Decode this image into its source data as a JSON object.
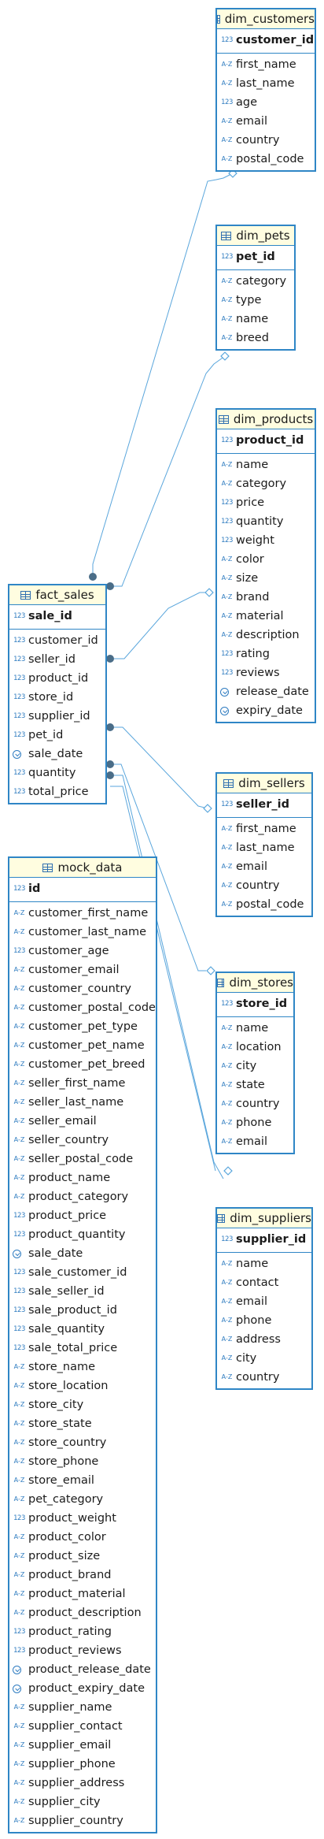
{
  "tables": {
    "dim_customers": {
      "title": "dim_customers",
      "pk": {
        "name": "customer_id",
        "type": "num"
      },
      "cols": [
        {
          "name": "first_name",
          "type": "text"
        },
        {
          "name": "last_name",
          "type": "text"
        },
        {
          "name": "age",
          "type": "num"
        },
        {
          "name": "email",
          "type": "text"
        },
        {
          "name": "country",
          "type": "text"
        },
        {
          "name": "postal_code",
          "type": "text"
        }
      ]
    },
    "dim_pets": {
      "title": "dim_pets",
      "pk": {
        "name": "pet_id",
        "type": "num"
      },
      "cols": [
        {
          "name": "category",
          "type": "text"
        },
        {
          "name": "type",
          "type": "text"
        },
        {
          "name": "name",
          "type": "text"
        },
        {
          "name": "breed",
          "type": "text"
        }
      ]
    },
    "dim_products": {
      "title": "dim_products",
      "pk": {
        "name": "product_id",
        "type": "num"
      },
      "cols": [
        {
          "name": "name",
          "type": "text"
        },
        {
          "name": "category",
          "type": "text"
        },
        {
          "name": "price",
          "type": "num"
        },
        {
          "name": "quantity",
          "type": "num"
        },
        {
          "name": "weight",
          "type": "num"
        },
        {
          "name": "color",
          "type": "text"
        },
        {
          "name": "size",
          "type": "text"
        },
        {
          "name": "brand",
          "type": "text"
        },
        {
          "name": "material",
          "type": "text"
        },
        {
          "name": "description",
          "type": "text"
        },
        {
          "name": "rating",
          "type": "num"
        },
        {
          "name": "reviews",
          "type": "num"
        },
        {
          "name": "release_date",
          "type": "date"
        },
        {
          "name": "expiry_date",
          "type": "date"
        }
      ]
    },
    "fact_sales": {
      "title": "fact_sales",
      "pk": {
        "name": "sale_id",
        "type": "num"
      },
      "cols": [
        {
          "name": "customer_id",
          "type": "num"
        },
        {
          "name": "seller_id",
          "type": "num"
        },
        {
          "name": "product_id",
          "type": "num"
        },
        {
          "name": "store_id",
          "type": "num"
        },
        {
          "name": "supplier_id",
          "type": "num"
        },
        {
          "name": "pet_id",
          "type": "num"
        },
        {
          "name": "sale_date",
          "type": "date"
        },
        {
          "name": "quantity",
          "type": "num"
        },
        {
          "name": "total_price",
          "type": "num"
        }
      ]
    },
    "dim_sellers": {
      "title": "dim_sellers",
      "pk": {
        "name": "seller_id",
        "type": "num"
      },
      "cols": [
        {
          "name": "first_name",
          "type": "text"
        },
        {
          "name": "last_name",
          "type": "text"
        },
        {
          "name": "email",
          "type": "text"
        },
        {
          "name": "country",
          "type": "text"
        },
        {
          "name": "postal_code",
          "type": "text"
        }
      ]
    },
    "mock_data": {
      "title": "mock_data",
      "pk": {
        "name": "id",
        "type": "num"
      },
      "cols": [
        {
          "name": "customer_first_name",
          "type": "text"
        },
        {
          "name": "customer_last_name",
          "type": "text"
        },
        {
          "name": "customer_age",
          "type": "num"
        },
        {
          "name": "customer_email",
          "type": "text"
        },
        {
          "name": "customer_country",
          "type": "text"
        },
        {
          "name": "customer_postal_code",
          "type": "text"
        },
        {
          "name": "customer_pet_type",
          "type": "text"
        },
        {
          "name": "customer_pet_name",
          "type": "text"
        },
        {
          "name": "customer_pet_breed",
          "type": "text"
        },
        {
          "name": "seller_first_name",
          "type": "text"
        },
        {
          "name": "seller_last_name",
          "type": "text"
        },
        {
          "name": "seller_email",
          "type": "text"
        },
        {
          "name": "seller_country",
          "type": "text"
        },
        {
          "name": "seller_postal_code",
          "type": "text"
        },
        {
          "name": "product_name",
          "type": "text"
        },
        {
          "name": "product_category",
          "type": "text"
        },
        {
          "name": "product_price",
          "type": "num"
        },
        {
          "name": "product_quantity",
          "type": "num"
        },
        {
          "name": "sale_date",
          "type": "date"
        },
        {
          "name": "sale_customer_id",
          "type": "num"
        },
        {
          "name": "sale_seller_id",
          "type": "num"
        },
        {
          "name": "sale_product_id",
          "type": "num"
        },
        {
          "name": "sale_quantity",
          "type": "num"
        },
        {
          "name": "sale_total_price",
          "type": "num"
        },
        {
          "name": "store_name",
          "type": "text"
        },
        {
          "name": "store_location",
          "type": "text"
        },
        {
          "name": "store_city",
          "type": "text"
        },
        {
          "name": "store_state",
          "type": "text"
        },
        {
          "name": "store_country",
          "type": "text"
        },
        {
          "name": "store_phone",
          "type": "text"
        },
        {
          "name": "store_email",
          "type": "text"
        },
        {
          "name": "pet_category",
          "type": "text"
        },
        {
          "name": "product_weight",
          "type": "num"
        },
        {
          "name": "product_color",
          "type": "text"
        },
        {
          "name": "product_size",
          "type": "text"
        },
        {
          "name": "product_brand",
          "type": "text"
        },
        {
          "name": "product_material",
          "type": "text"
        },
        {
          "name": "product_description",
          "type": "text"
        },
        {
          "name": "product_rating",
          "type": "num"
        },
        {
          "name": "product_reviews",
          "type": "num"
        },
        {
          "name": "product_release_date",
          "type": "date"
        },
        {
          "name": "product_expiry_date",
          "type": "date"
        },
        {
          "name": "supplier_name",
          "type": "text"
        },
        {
          "name": "supplier_contact",
          "type": "text"
        },
        {
          "name": "supplier_email",
          "type": "text"
        },
        {
          "name": "supplier_phone",
          "type": "text"
        },
        {
          "name": "supplier_address",
          "type": "text"
        },
        {
          "name": "supplier_city",
          "type": "text"
        },
        {
          "name": "supplier_country",
          "type": "text"
        }
      ]
    },
    "dim_stores": {
      "title": "dim_stores",
      "pk": {
        "name": "store_id",
        "type": "num"
      },
      "cols": [
        {
          "name": "name",
          "type": "text"
        },
        {
          "name": "location",
          "type": "text"
        },
        {
          "name": "city",
          "type": "text"
        },
        {
          "name": "state",
          "type": "text"
        },
        {
          "name": "country",
          "type": "text"
        },
        {
          "name": "phone",
          "type": "text"
        },
        {
          "name": "email",
          "type": "text"
        }
      ]
    },
    "dim_suppliers": {
      "title": "dim_suppliers",
      "pk": {
        "name": "supplier_id",
        "type": "num"
      },
      "cols": [
        {
          "name": "name",
          "type": "text"
        },
        {
          "name": "contact",
          "type": "text"
        },
        {
          "name": "email",
          "type": "text"
        },
        {
          "name": "phone",
          "type": "text"
        },
        {
          "name": "address",
          "type": "text"
        },
        {
          "name": "city",
          "type": "text"
        },
        {
          "name": "country",
          "type": "text"
        }
      ]
    }
  },
  "type_icons": {
    "num": "123",
    "text": "A-Z",
    "date": "date-icon"
  },
  "relationships": [
    {
      "from": "fact_sales",
      "to": "dim_customers"
    },
    {
      "from": "fact_sales",
      "to": "dim_pets"
    },
    {
      "from": "fact_sales",
      "to": "dim_products"
    },
    {
      "from": "fact_sales",
      "to": "dim_sellers"
    },
    {
      "from": "fact_sales",
      "to": "dim_stores"
    },
    {
      "from": "fact_sales",
      "to": "dim_suppliers"
    }
  ],
  "colors": {
    "border": "#2f86c6",
    "header_bg": "#fffde0",
    "line": "#5aa6dc",
    "dot": "#4a6d88"
  }
}
